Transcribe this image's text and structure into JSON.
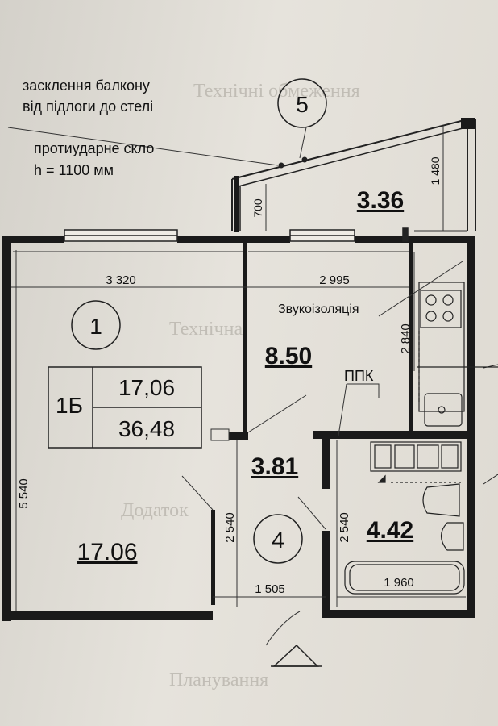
{
  "annotations": {
    "glazing_line1": "засклення балкону",
    "glazing_line2": "від підлоги до стелі",
    "glass_line1": "протиударне скло",
    "glass_line2": "h = 1100 мм",
    "soundproofing": "Звукоізоляція",
    "ppk": "ППК"
  },
  "axis_marker": "5",
  "rooms": [
    {
      "number": "1",
      "area": "17.06"
    },
    {
      "area": "8.50"
    },
    {
      "area": "3.81"
    },
    {
      "number": "4",
      "area": "4.42"
    },
    {
      "area": "3.36"
    }
  ],
  "apartment": {
    "type": "1Б",
    "living_area": "17,06",
    "total_area": "36,48"
  },
  "dimensions": {
    "d3320": "3 320",
    "d2995": "2 995",
    "d5540": "5 540",
    "d2840": "2 840",
    "d2540a": "2 540",
    "d2540b": "2 540",
    "d1505": "1 505",
    "d1960": "1 960",
    "d700": "700",
    "d1480": "1 480"
  }
}
